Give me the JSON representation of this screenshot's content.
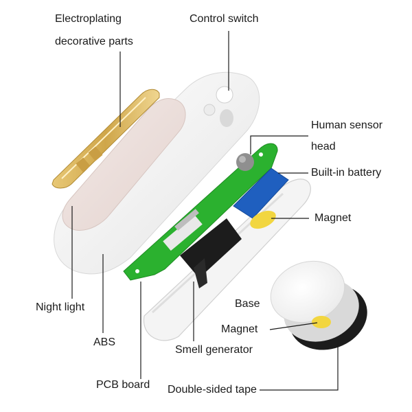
{
  "labels": {
    "electroplating_line1": "Electroplating",
    "electroplating_line2": "decorative parts",
    "control_switch": "Control switch",
    "human_sensor_line1": "Human sensor",
    "human_sensor_line2": "head",
    "built_in_battery": "Built-in battery",
    "magnet_top": "Magnet",
    "base": "Base",
    "magnet_bottom": "Magnet",
    "night_light": "Night light",
    "abs": "ABS",
    "smell_generator": "Smell generator",
    "pcb_board": "PCB board",
    "double_sided_tape": "Double-sided tape"
  },
  "colors": {
    "pcb_green": "#2bb12f",
    "battery_blue": "#1f5fbf",
    "magnet_yellow": "#f2d640",
    "gold_part": "#d9b45a",
    "shell_white": "#f7f7f7",
    "light_pink": "#efe3e0",
    "black_part": "#1c1c1c"
  }
}
